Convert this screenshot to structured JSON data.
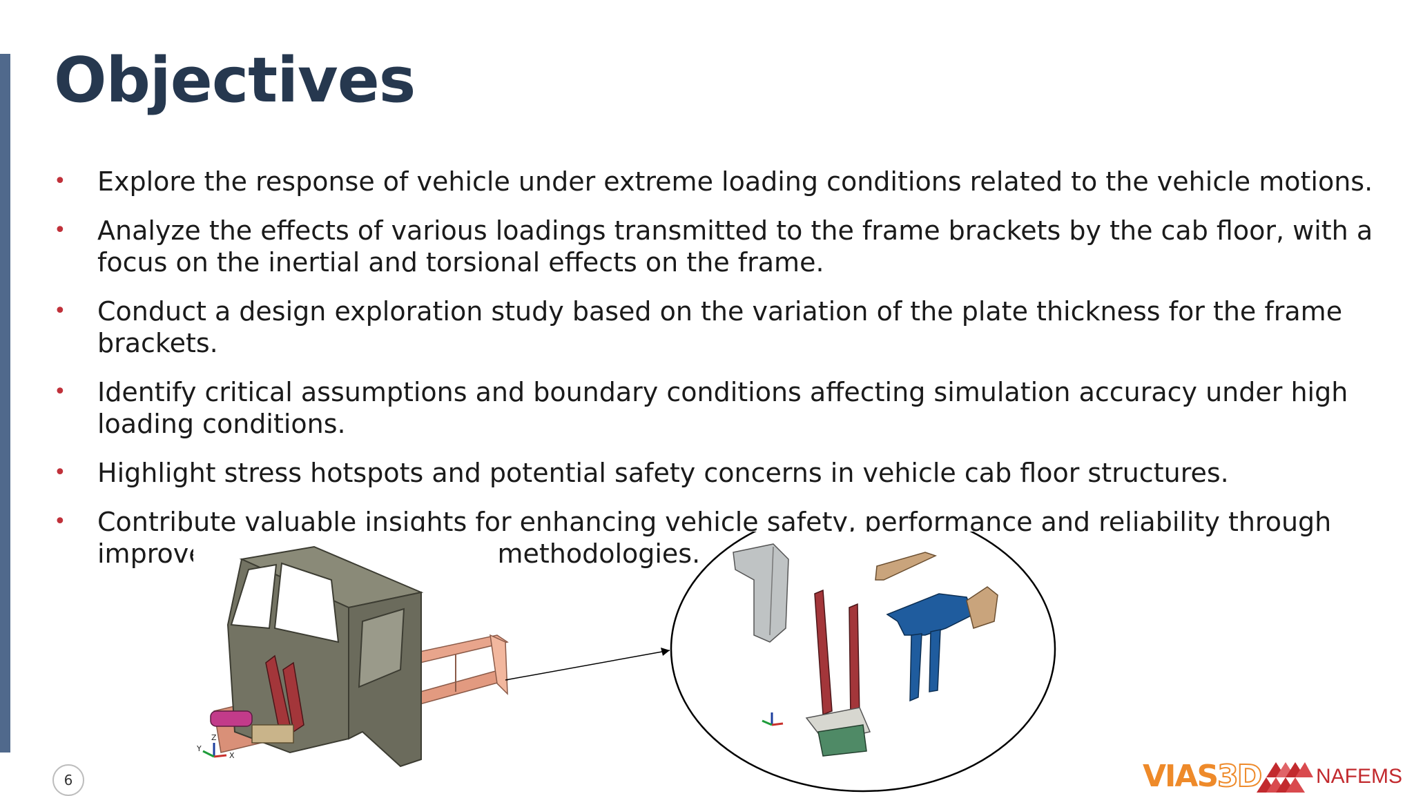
{
  "slide": {
    "title": "Objectives",
    "page_number": "6",
    "bullet_glyph": "•"
  },
  "bullets": [
    "Explore the response of vehicle under extreme loading conditions related to the vehicle motions.",
    "Analyze the effects of various loadings transmitted to the frame brackets by the cab floor, with a focus on the inertial and torsional effects on the frame.",
    "Conduct a design exploration study based on the variation of the plate thickness for the frame brackets.",
    "Identify critical assumptions and boundary conditions affecting simulation accuracy under high loading conditions.",
    "Highlight stress hotspots and potential safety concerns in vehicle cab floor structures.",
    "Contribute valuable insights for enhancing vehicle safety, performance and reliability through improved design and analysis methodologies."
  ],
  "figure": {
    "axis_labels": {
      "z": "Z",
      "y": "Y",
      "x": "X"
    }
  },
  "logos": {
    "vias_solid": "VIAS",
    "vias_hollow": "3D",
    "nafems": "NAFEMS"
  },
  "colors": {
    "accent_bar": "#50698c",
    "title": "#26384f",
    "bullet": "#c0313a",
    "vias": "#ee8a2a",
    "nafems": "#c22a2e"
  }
}
